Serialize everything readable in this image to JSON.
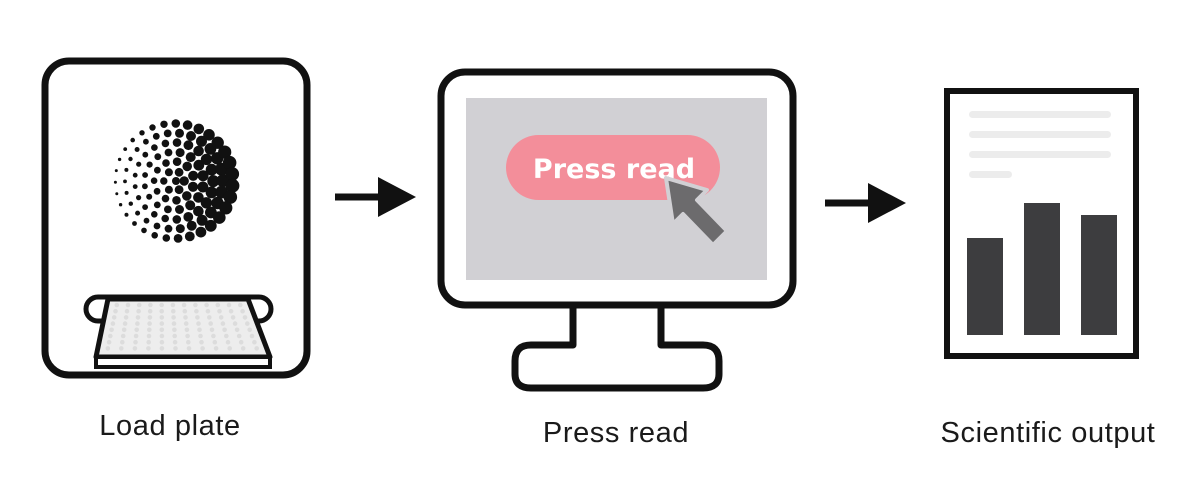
{
  "steps": [
    {
      "caption": "Load plate",
      "icon": "plate-reader-icon"
    },
    {
      "caption": "Press read",
      "icon": "computer-monitor-icon"
    },
    {
      "caption": "Scientific output",
      "icon": "report-chart-icon"
    }
  ],
  "screen_button": {
    "label": "Press read"
  },
  "colors": {
    "outline": "#111111",
    "screen": "#d1d0d4",
    "button": "#f38e9a",
    "button_text": "#ffffff",
    "cursor": "#6c6b6d",
    "bars": "#3d3d3f",
    "text_lines": "#ececec",
    "plate": "#ededed"
  }
}
